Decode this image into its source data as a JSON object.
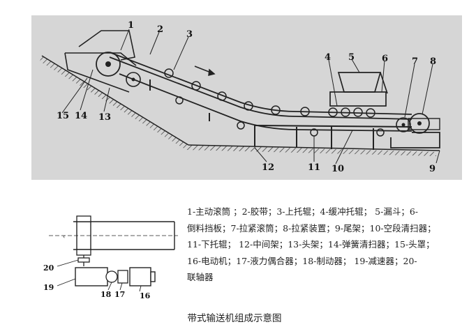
{
  "figure": {
    "callouts": [
      "1",
      "2",
      "3",
      "4",
      "5",
      "6",
      "7",
      "8",
      "9",
      "10",
      "11",
      "12",
      "13",
      "14",
      "15"
    ],
    "drive_callouts": [
      "20",
      "19",
      "18",
      "17",
      "16"
    ]
  },
  "legend": {
    "lines": [
      "1-主动滚筒 ；2-胶带；3-上托辊；4-缓冲托辊；  5-漏斗；6-",
      "倒料挡板；7-拉紧滚筒；8-拉紧装置；9-尾架；10-空段清扫器；",
      "11-下托辊；  12-中间架；13-头架；14-弹簧清扫器；15-头罩；",
      "16-电动机；17-液力偶合器；18-制动器；   19-减速器；20-",
      "联轴器"
    ]
  },
  "caption": "带式输送机组成示意图"
}
